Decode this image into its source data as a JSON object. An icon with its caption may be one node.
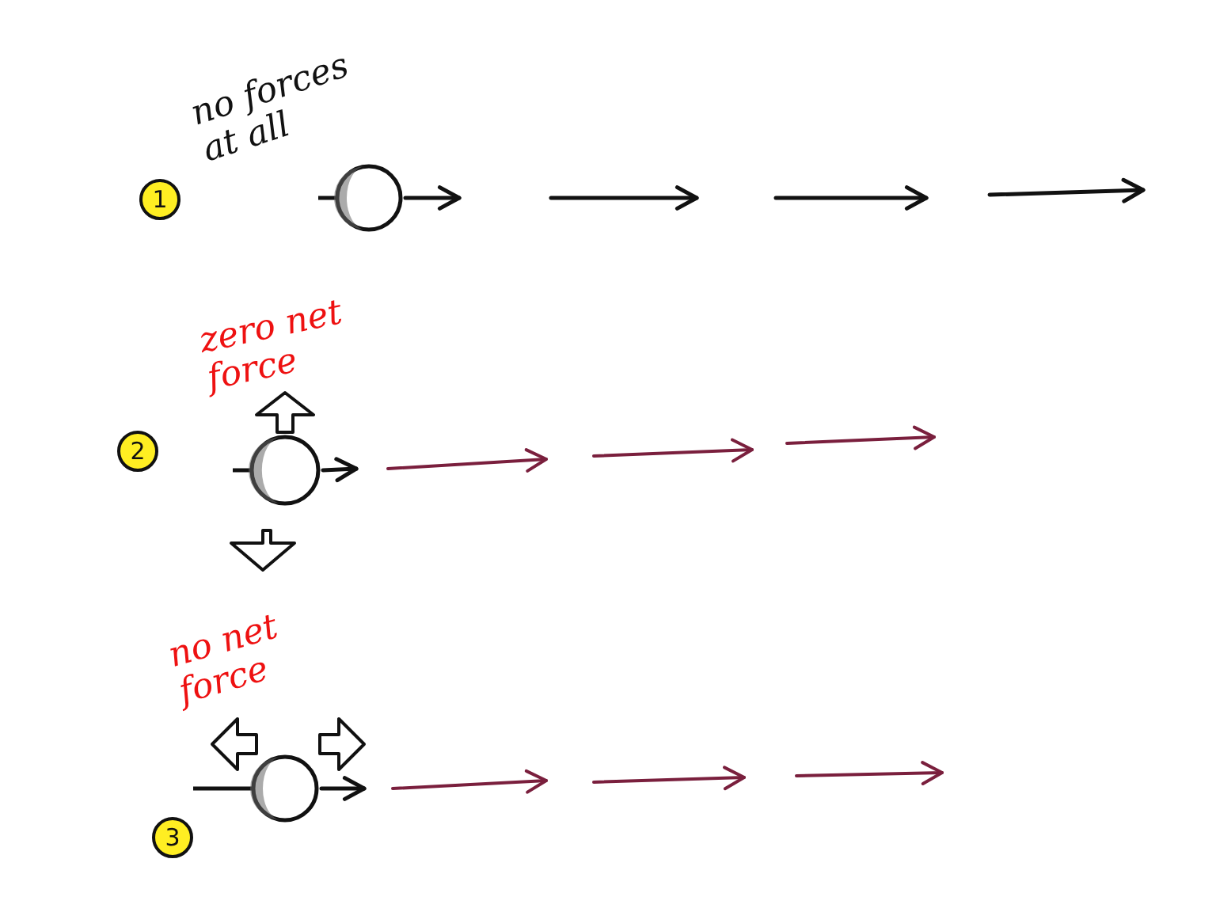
{
  "diagram": {
    "nodes": [
      {
        "text": [
          "1"
        ]
      },
      {
        "text": [
          "2"
        ]
      },
      {
        "text": [
          "3"
        ]
      }
    ],
    "labels": [
      "no forces at all",
      "zero net force",
      "no net force"
    ]
  }
}
